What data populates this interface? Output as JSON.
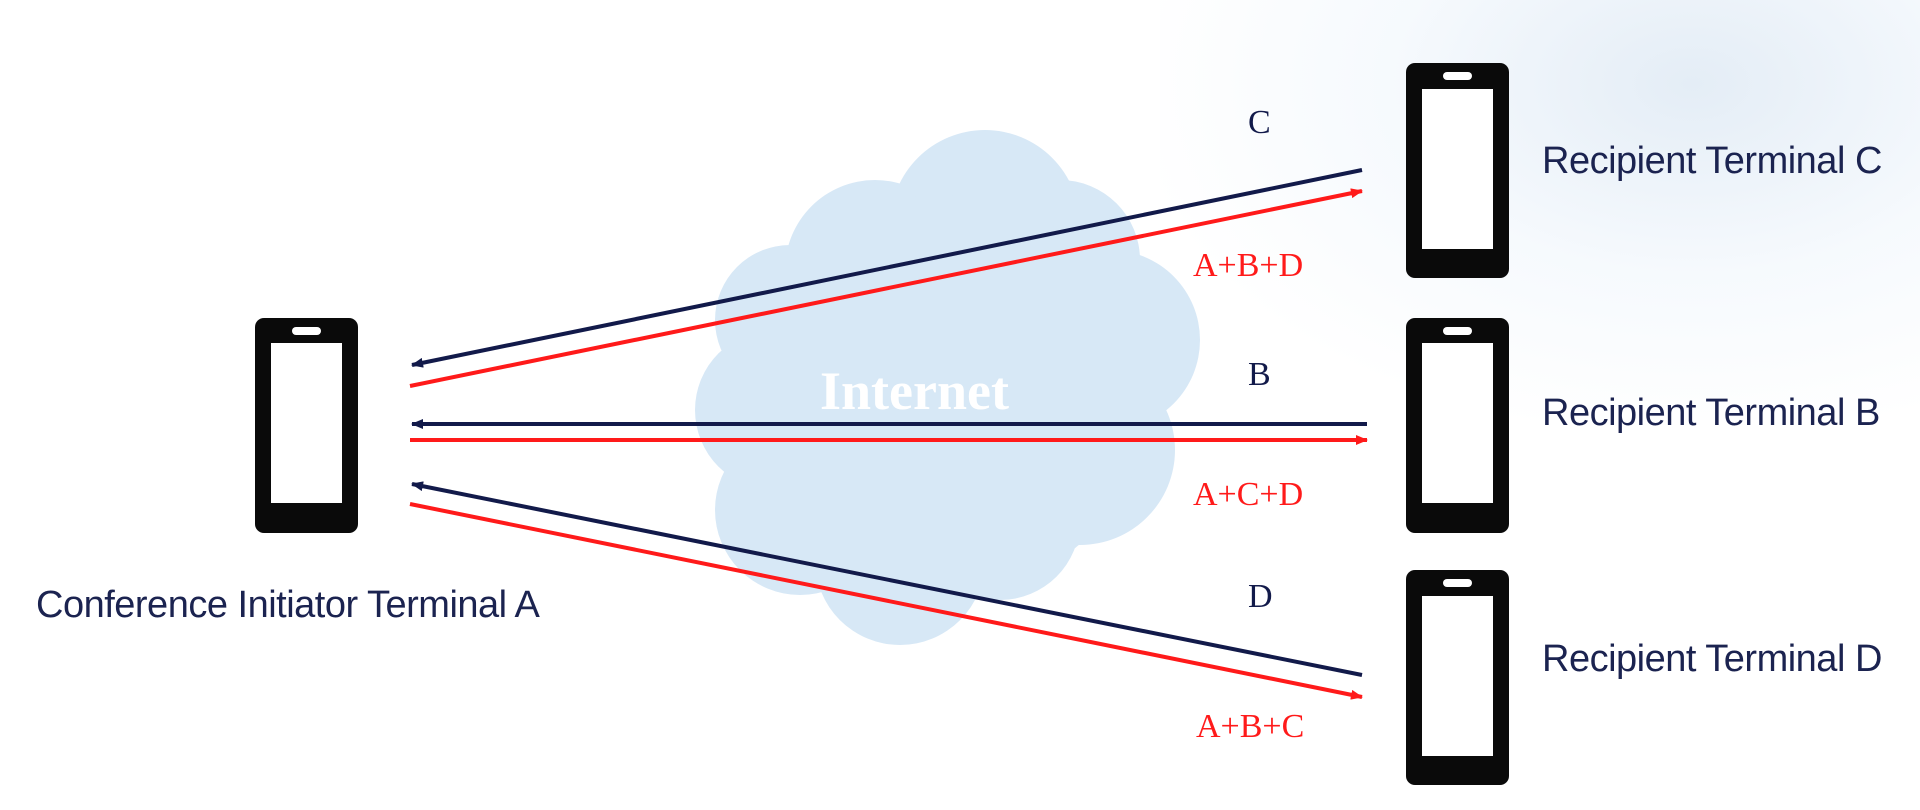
{
  "cloud": {
    "label": "Internet",
    "color": "#d7e8f6"
  },
  "initiator": {
    "label": "Conference Initiator Terminal A"
  },
  "recipients": [
    {
      "id": "C",
      "label": "Recipient Terminal C",
      "uplink": "C",
      "downlink": "A+B+D"
    },
    {
      "id": "B",
      "label": "Recipient Terminal B",
      "uplink": "B",
      "downlink": "A+C+D"
    },
    {
      "id": "D",
      "label": "Recipient Terminal D",
      "uplink": "D",
      "downlink": "A+B+C"
    }
  ],
  "colors": {
    "uplink": "#121a4a",
    "downlink": "#ff1a1a",
    "phone": "#0a0a0a"
  },
  "icons": {
    "terminal": "smartphone-icon",
    "network": "cloud-icon"
  }
}
